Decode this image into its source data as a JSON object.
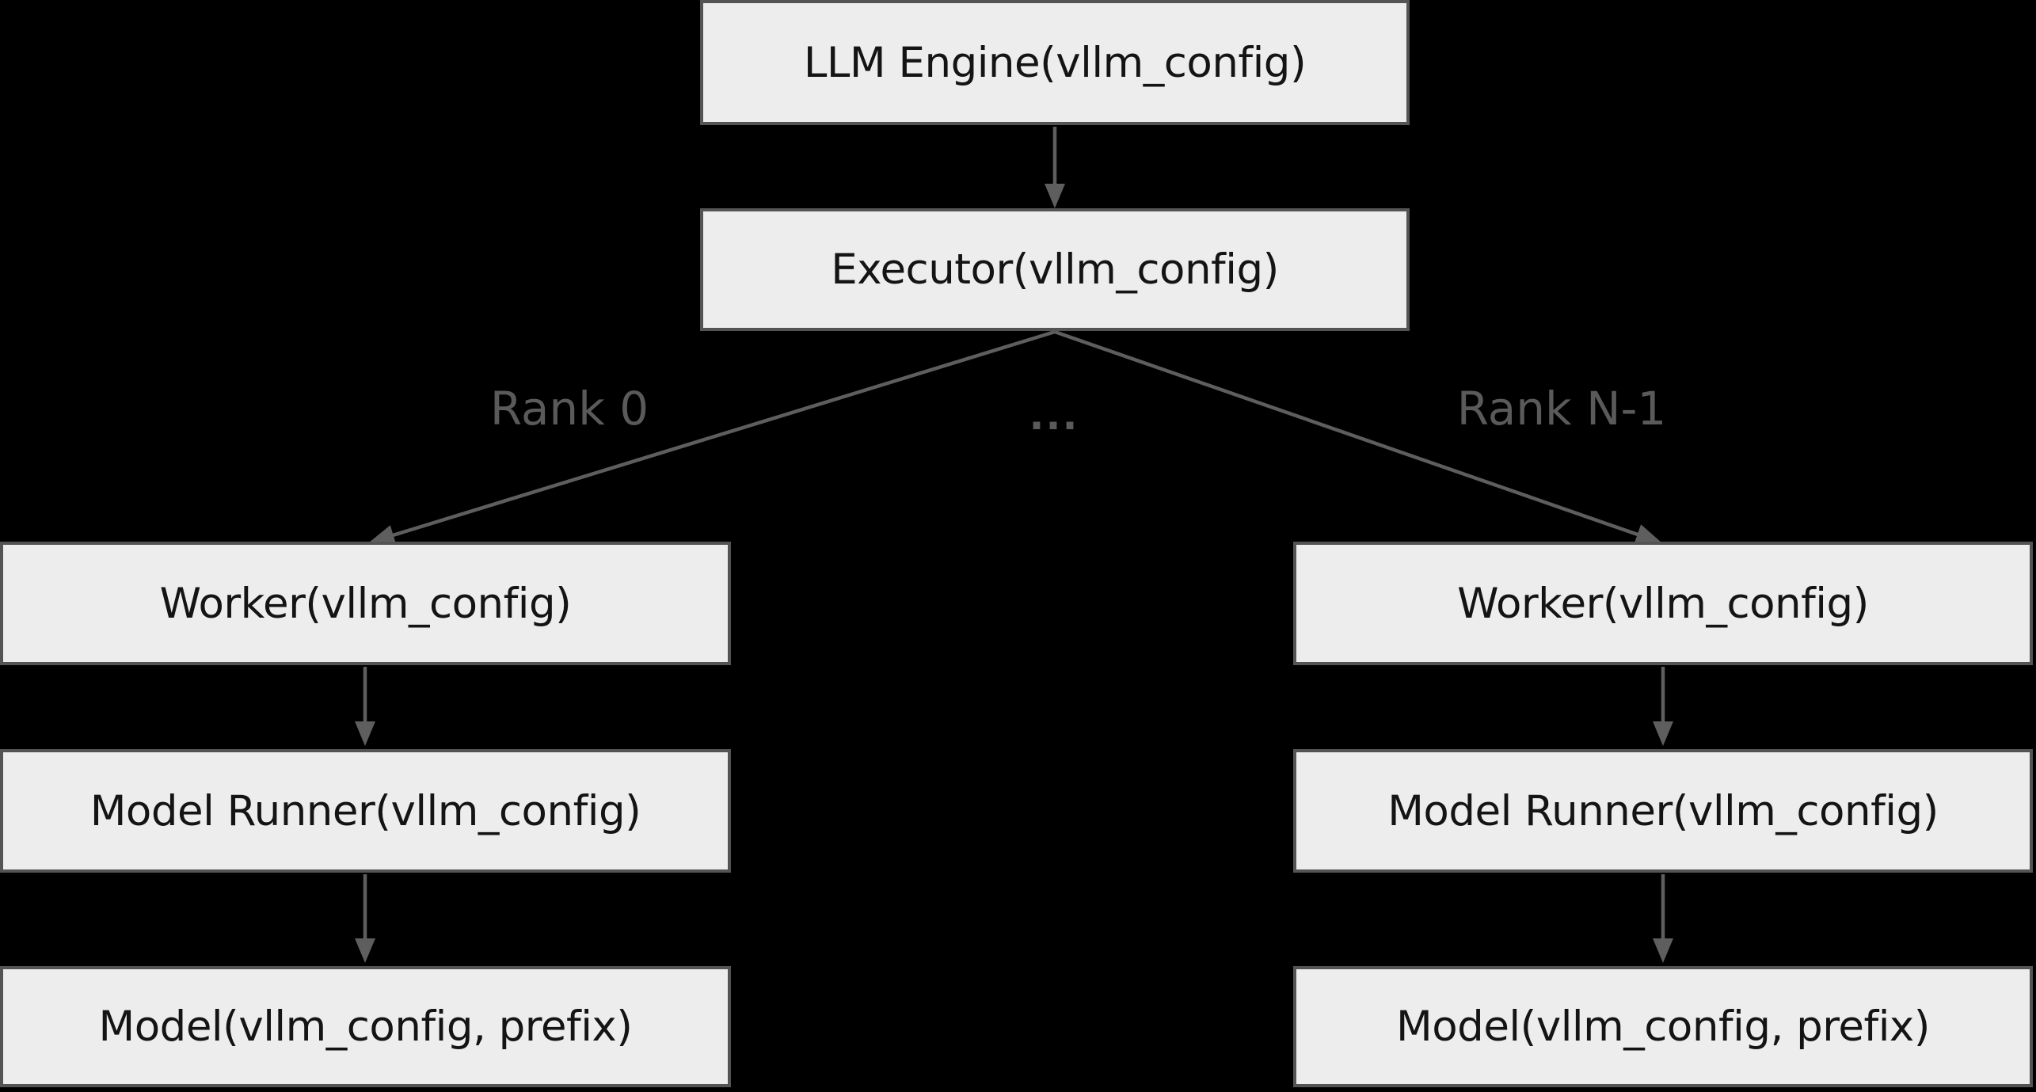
{
  "diagram": {
    "description": "vLLM engine architecture flow diagram",
    "nodes": [
      {
        "id": "llm-engine",
        "label": "LLM Engine(vllm_config)"
      },
      {
        "id": "executor",
        "label": "Executor(vllm_config)"
      },
      {
        "id": "worker-rank0",
        "label": "Worker(vllm_config)"
      },
      {
        "id": "worker-rankn",
        "label": "Worker(vllm_config)"
      },
      {
        "id": "model-runner-rank0",
        "label": "Model Runner(vllm_config)"
      },
      {
        "id": "model-runner-rankn",
        "label": "Model Runner(vllm_config)"
      },
      {
        "id": "model-rank0",
        "label": "Model(vllm_config, prefix)"
      },
      {
        "id": "model-rankn",
        "label": "Model(vllm_config, prefix)"
      }
    ],
    "edge_labels": [
      {
        "id": "rank-0",
        "text": "Rank 0"
      },
      {
        "id": "ellipsis",
        "text": "..."
      },
      {
        "id": "rank-n-1",
        "text": "Rank N-1"
      }
    ],
    "colors": {
      "background": "#000000",
      "node_fill": "#ededed",
      "node_border": "#545454",
      "node_text": "#141414",
      "edge": "#5e5e5e",
      "edge_label": "#5a5a5a"
    }
  }
}
